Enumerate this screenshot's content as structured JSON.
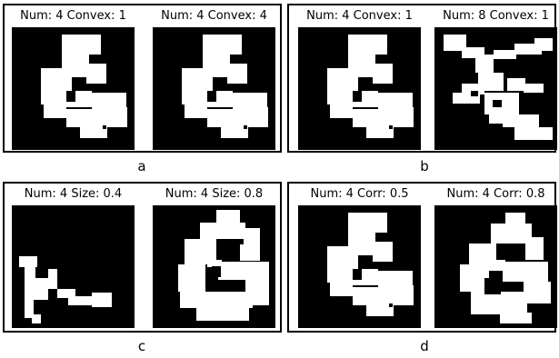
{
  "panels": [
    {
      "letter": "a",
      "subfigures": [
        {
          "caption": "Num: 4 Convex: 1",
          "shape": "base"
        },
        {
          "caption": "Num: 4 Convex: 4",
          "shape": "base"
        }
      ]
    },
    {
      "letter": "b",
      "subfigures": [
        {
          "caption": "Num: 4 Convex: 1",
          "shape": "base"
        },
        {
          "caption": "Num: 8 Convex: 1",
          "shape": "scatter"
        }
      ]
    },
    {
      "letter": "c",
      "subfigures": [
        {
          "caption": "Num: 4 Size: 0.4",
          "shape": "small"
        },
        {
          "caption": "Num: 4 Size: 0.8",
          "shape": "large"
        }
      ]
    },
    {
      "letter": "d",
      "subfigures": [
        {
          "caption": "Num: 4 Corr: 0.5",
          "shape": "base"
        },
        {
          "caption": "Num: 4 Corr: 0.8",
          "shape": "corr"
        }
      ]
    }
  ],
  "colors": {
    "mask_background": "#000000",
    "mask_foreground": "#ffffff",
    "frame": "#000000"
  }
}
